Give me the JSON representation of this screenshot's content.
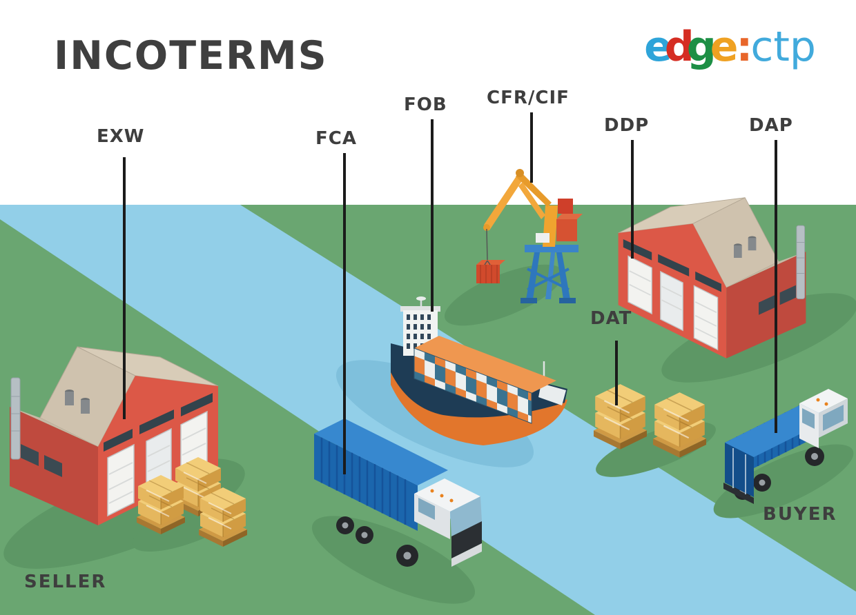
{
  "title": "INCOTERMS",
  "logo": {
    "text": "edge:ctp",
    "segments": [
      {
        "text": "e",
        "color": "#2ea4d9"
      },
      {
        "text": "d",
        "color": "#d52d22"
      },
      {
        "text": "g",
        "color": "#1d8f45"
      },
      {
        "text": "e",
        "color": "#efa122"
      },
      {
        "text": ":",
        "color": "#e8662a"
      },
      {
        "text": "ctp",
        "color": "#41aadc"
      }
    ]
  },
  "incoterm_labels": [
    {
      "key": "exw",
      "text": "EXW",
      "points_to": "seller-warehouse"
    },
    {
      "key": "fca",
      "text": "FCA",
      "points_to": "fca-truck"
    },
    {
      "key": "fob",
      "text": "FOB",
      "points_to": "container-ship"
    },
    {
      "key": "cfr_cif",
      "text": "CFR/CIF",
      "points_to": "port-crane"
    },
    {
      "key": "ddp",
      "text": "DDP",
      "points_to": "buyer-warehouse"
    },
    {
      "key": "dat",
      "text": "DAT",
      "points_to": "dat-pallets"
    },
    {
      "key": "dap",
      "text": "DAP",
      "points_to": "buyer-truck"
    }
  ],
  "party_labels": {
    "seller": "SELLER",
    "buyer": "BUYER"
  },
  "scene": {
    "colors": {
      "title_text": "#3f3f3f",
      "label_text": "#3e3e3e",
      "leader_line": "#1b1b1b",
      "ground_green": "#6aa671",
      "shadow_green": "#5d9765",
      "water_blue": "#92cfe8",
      "water_shadow": "#7fc0dc",
      "warehouse_wall_red": "#dc5847",
      "warehouse_wall_red_dark": "#bf4a3e",
      "warehouse_roof_tan": "#cfc2ae",
      "door_white": "#f3f3f0",
      "truck_container_blue": "#1b66ad",
      "truck_cab_white": "#f2f4f5",
      "ship_hull_navy": "#1e3c55",
      "ship_hull_orange": "#e2762c",
      "container_orange": "#e8823a",
      "container_white": "#edf0ef",
      "container_teal": "#3a7390",
      "crane_yellow": "#f2a73b",
      "crane_base_blue": "#2e77bd",
      "crane_red": "#d65232",
      "cargo_box_tan": "#f2cd78",
      "pallet_wood": "#cf9a45"
    },
    "elements": [
      "river",
      "seller-warehouse",
      "seller-pallets",
      "fca-truck",
      "container-ship",
      "port-crane",
      "dat-pallets",
      "buyer-warehouse",
      "buyer-truck"
    ]
  }
}
